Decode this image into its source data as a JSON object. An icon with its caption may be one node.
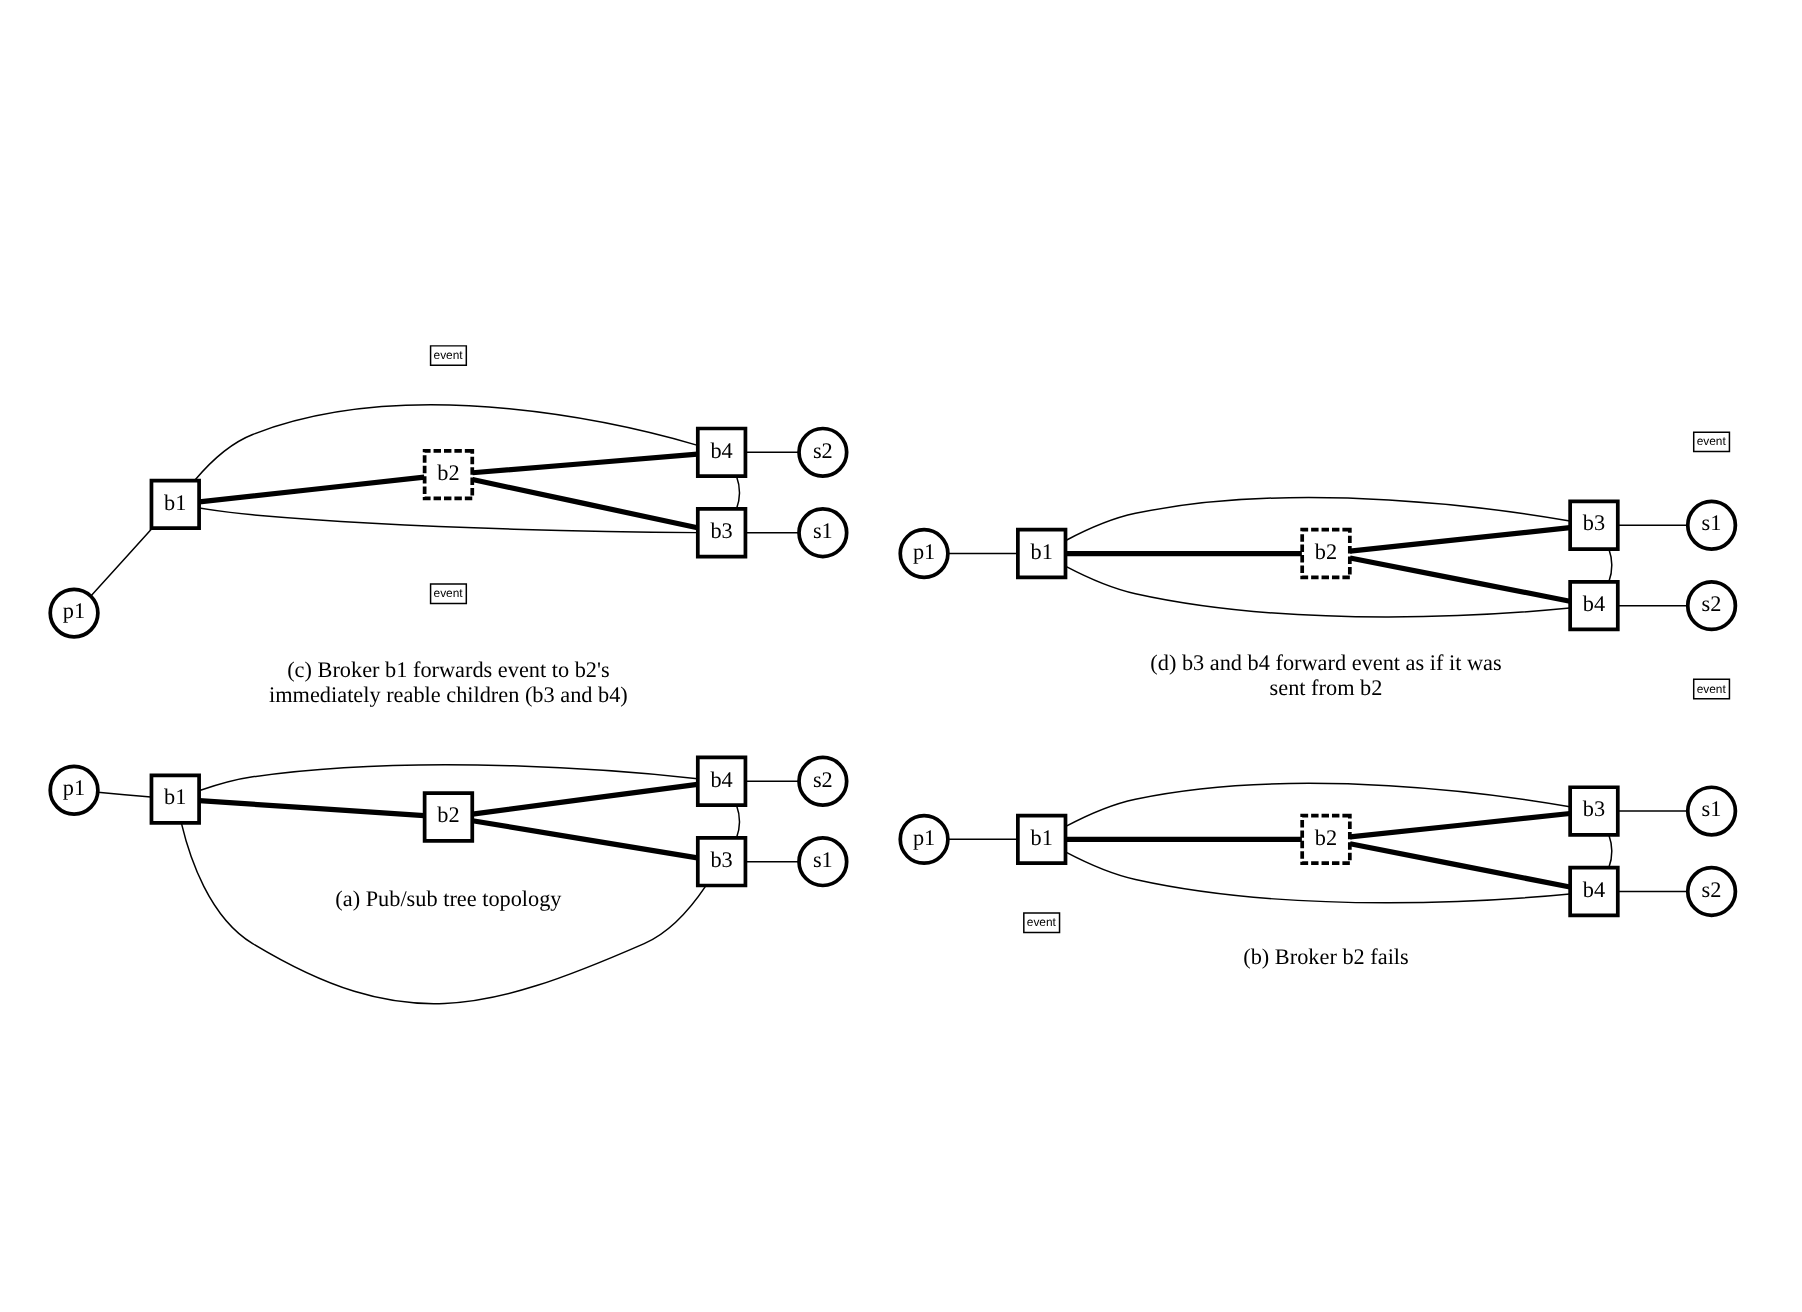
{
  "diagram": {
    "nodes": [
      {
        "text": [
          "p1"
        ]
      },
      {
        "text": [
          "b1"
        ]
      },
      {
        "text": [
          "b2"
        ]
      },
      {
        "text": [
          "b3"
        ]
      },
      {
        "text": [
          "b4"
        ]
      },
      {
        "text": [
          "s1"
        ]
      },
      {
        "text": [
          "s2"
        ]
      },
      {
        "text": [
          "p1"
        ]
      },
      {
        "text": [
          "b1"
        ]
      },
      {
        "text": [
          "b2"
        ]
      },
      {
        "text": [
          "b3"
        ]
      },
      {
        "text": [
          "b4"
        ]
      },
      {
        "text": [
          "s1"
        ]
      },
      {
        "text": [
          "s2"
        ]
      },
      {
        "text": [
          "p1"
        ]
      },
      {
        "text": [
          "b1"
        ]
      },
      {
        "text": [
          "b2"
        ]
      },
      {
        "text": [
          "b3"
        ]
      },
      {
        "text": [
          "b4"
        ]
      },
      {
        "text": [
          "s1"
        ]
      },
      {
        "text": [
          "s2"
        ]
      },
      {
        "text": [
          "p1"
        ]
      },
      {
        "text": [
          "b1"
        ]
      },
      {
        "text": [
          "b2"
        ]
      },
      {
        "text": [
          "b3"
        ]
      },
      {
        "text": [
          "b4"
        ]
      },
      {
        "text": [
          "s1"
        ]
      },
      {
        "text": [
          "s2"
        ]
      }
    ],
    "edges": [
      {
        "from": 0,
        "to": 1,
        "arrow": "none"
      },
      {
        "from": 1,
        "to": 2,
        "arrow": "none",
        "style": "thick"
      },
      {
        "from": 2,
        "to": 3,
        "arrow": "none",
        "style": "thick"
      },
      {
        "from": 2,
        "to": 4,
        "arrow": "none",
        "style": "thick"
      },
      {
        "from": 1,
        "to": 3,
        "arrow": "none"
      },
      {
        "from": 1,
        "to": 4,
        "arrow": "none"
      },
      {
        "from": 3,
        "to": 4,
        "arrow": "none"
      },
      {
        "from": 3,
        "to": 5,
        "arrow": "none"
      },
      {
        "from": 4,
        "to": 6,
        "arrow": "none"
      },
      {
        "from": 7,
        "to": 8,
        "arrow": "none"
      },
      {
        "from": 8,
        "to": 9,
        "arrow": "none",
        "style": "thick"
      },
      {
        "from": 9,
        "to": 10,
        "arrow": "none",
        "style": "thick"
      },
      {
        "from": 9,
        "to": 11,
        "arrow": "none",
        "style": "thick"
      },
      {
        "from": 8,
        "to": 10,
        "arrow": "none"
      },
      {
        "from": 8,
        "to": 11,
        "arrow": "none"
      },
      {
        "from": 10,
        "to": 11,
        "arrow": "none"
      },
      {
        "from": 10,
        "to": 12,
        "arrow": "none"
      },
      {
        "from": 11,
        "to": 13,
        "arrow": "none"
      },
      {
        "from": 14,
        "to": 15,
        "arrow": "none"
      },
      {
        "from": 15,
        "to": 16,
        "arrow": "none",
        "style": "thick"
      },
      {
        "from": 16,
        "to": 17,
        "arrow": "none",
        "style": "thick"
      },
      {
        "from": 16,
        "to": 18,
        "arrow": "none",
        "style": "thick"
      },
      {
        "from": 15,
        "to": 17,
        "arrow": "none"
      },
      {
        "from": 15,
        "to": 18,
        "arrow": "none"
      },
      {
        "from": 17,
        "to": 18,
        "arrow": "none"
      },
      {
        "from": 17,
        "to": 19,
        "arrow": "none"
      },
      {
        "from": 18,
        "to": 20,
        "arrow": "none"
      },
      {
        "from": 21,
        "to": 22,
        "arrow": "none"
      },
      {
        "from": 22,
        "to": 23,
        "arrow": "none",
        "style": "thick"
      },
      {
        "from": 23,
        "to": 24,
        "arrow": "none",
        "style": "thick"
      },
      {
        "from": 23,
        "to": 25,
        "arrow": "none",
        "style": "thick"
      },
      {
        "from": 22,
        "to": 24,
        "arrow": "none"
      },
      {
        "from": 22,
        "to": 25,
        "arrow": "none"
      },
      {
        "from": 24,
        "to": 25,
        "arrow": "none"
      },
      {
        "from": 24,
        "to": 26,
        "arrow": "none"
      },
      {
        "from": 25,
        "to": 27,
        "arrow": "none"
      }
    ],
    "labels": [
      "event",
      "(a) Pub/sub tree topology",
      "(b) Broker b2 fails",
      "event",
      "event",
      "event",
      "event",
      "(c) Broker b1 forwards event to b2's immediately reable children (b3 and b4)",
      "(d) b3 and b4 forward event as if it was sent from b2"
    ]
  }
}
